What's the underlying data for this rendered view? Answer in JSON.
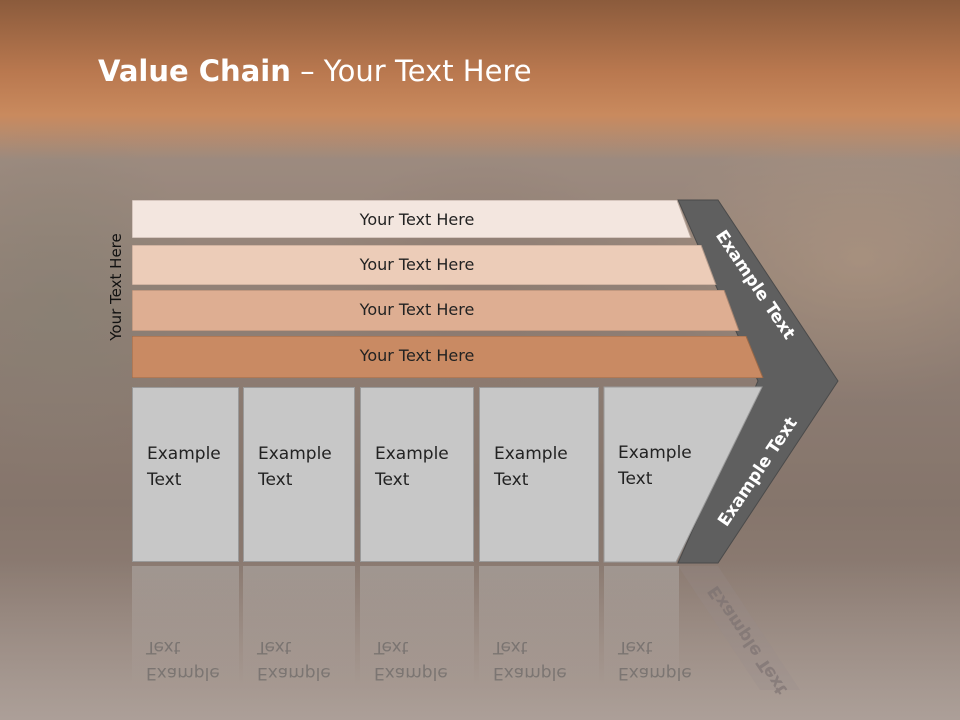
{
  "slide": {
    "title_bold": "Value Chain",
    "title_rest": " – Your Text Here",
    "side_label": "Your Text Here"
  },
  "bars": [
    {
      "label": "Your Text Here",
      "color": "#f3e6df"
    },
    {
      "label": "Your Text Here",
      "color": "#ecccb8"
    },
    {
      "label": "Your Text Here",
      "color": "#deae92"
    },
    {
      "label": "Your Text Here",
      "color": "#c98a63"
    }
  ],
  "boxes": [
    {
      "line1": "Example",
      "line2": "Text"
    },
    {
      "line1": "Example",
      "line2": "Text"
    },
    {
      "line1": "Example",
      "line2": "Text"
    },
    {
      "line1": "Example",
      "line2": "Text"
    },
    {
      "line1": "Example",
      "line2": "Text"
    }
  ],
  "chevron": {
    "top_label": "Example Text",
    "bottom_label": "Example Text",
    "color": "#5f5f5f"
  }
}
